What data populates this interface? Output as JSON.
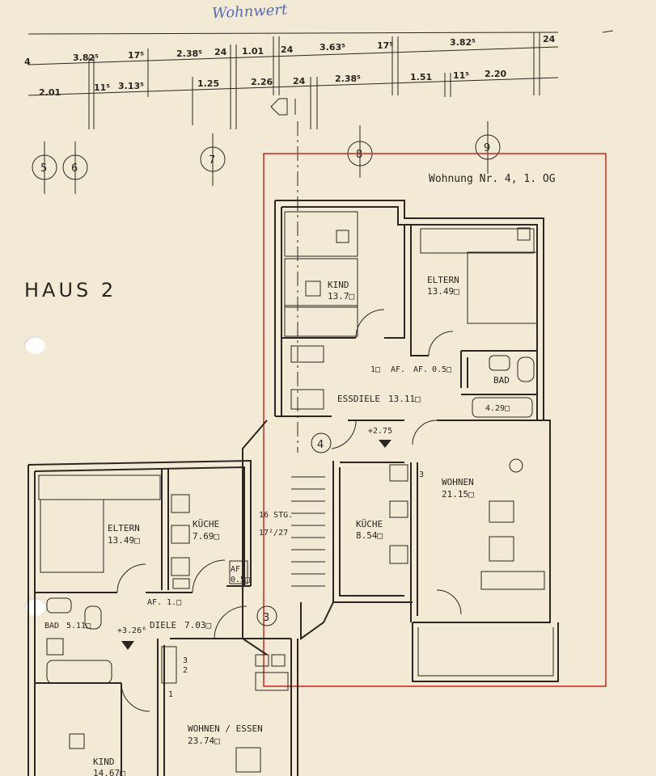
{
  "signature": "Wohnwert",
  "house_label": "HAUS 2",
  "apartment_label": "Wohnung Nr. 4, 1. OG",
  "axes": [
    "5",
    "6",
    "7",
    "8",
    "9"
  ],
  "dims_top": [
    "4",
    "3.82⁵",
    "17⁵",
    "2.38⁵",
    "24",
    "1.01",
    "24",
    "3.63⁵",
    "17⁵",
    "3.82⁵",
    "24"
  ],
  "dims_second": [
    "2.01",
    "11⁵",
    "3.13⁵",
    "1.25",
    "2.26",
    "24",
    "2.38⁵",
    "1.51",
    "11⁵",
    "2.20"
  ],
  "rooms_upper": [
    {
      "name": "KIND",
      "area": "13.7□"
    },
    {
      "name": "ELTERN",
      "area": "13.49□"
    },
    {
      "name": "BAD",
      "area": ""
    },
    {
      "name": "ESSDIELE",
      "area": "13.11□"
    },
    {
      "name": "WOHNEN",
      "area": "21.15□"
    },
    {
      "name": "KÜCHE",
      "area": "8.54□"
    }
  ],
  "upper_misc": {
    "af1": "1□",
    "af_a": "AF.",
    "af_b": "AF.",
    "af2": "0.5□",
    "tub": "4.29□",
    "level": "+2.75",
    "circle4": "4",
    "stair_num": "3"
  },
  "stair": {
    "line1": "16 STG.",
    "line2": "17²/27"
  },
  "rooms_lower": [
    {
      "name": "ELTERN",
      "area": "13.49□"
    },
    {
      "name": "KÜCHE",
      "area": "7.69□"
    },
    {
      "name": "BAD",
      "area": "5.11□"
    },
    {
      "name": "DIELE",
      "area": "7.03□"
    },
    {
      "name": "WOHNEN / ESSEN",
      "area": "23.74□"
    },
    {
      "name": "KIND",
      "area": "14.67□"
    }
  ],
  "lower_misc": {
    "af_a": "AF.",
    "af_b": "0.5□",
    "af1": "AF. 1.□",
    "level": "+3.26⁶",
    "circle3": "3",
    "num3": "3",
    "num2": "2",
    "num1": "1"
  },
  "colors": {
    "paper": "#f2ead4",
    "ink": "#2b2622",
    "frame": "#d92020",
    "signature": "#5a6db0"
  }
}
